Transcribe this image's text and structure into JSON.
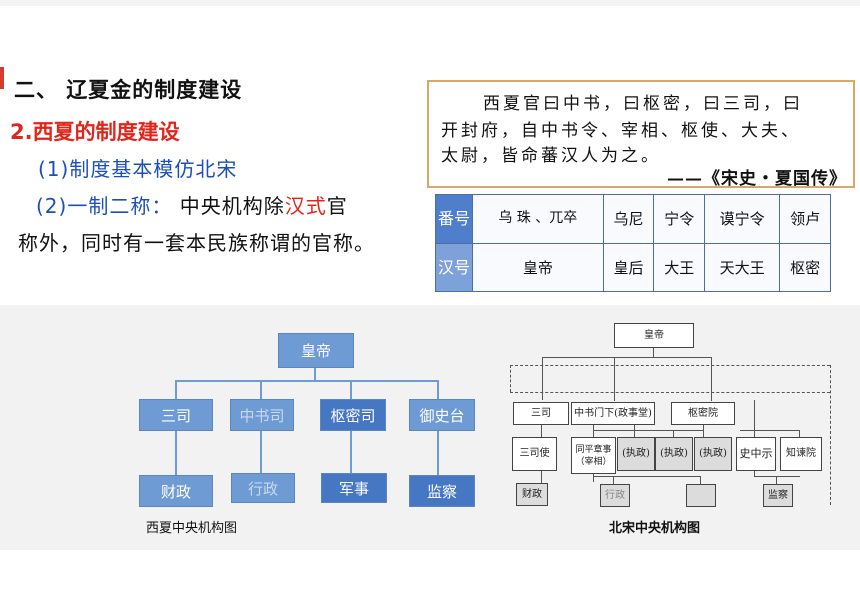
{
  "heading": {
    "section": "二、 辽夏金的制度建设",
    "subsection": "2.西夏的制度建设"
  },
  "points": {
    "p1": "(1)制度基本模仿北宋",
    "p2_label": "(2)一制二称：",
    "p2_text_a": " 中央机构除",
    "p2_highlight": "汉式",
    "p2_text_b": "官",
    "p2_line2": "称外，同时有一套本民族称谓的官称。"
  },
  "quote": {
    "line1": "西夏官曰中书，曰枢密，曰三司，曰",
    "line2": "开封府，自中书令、宰相、枢使、大夫、",
    "line3": "太尉，皆命蕃汉人为之。",
    "source": "——《宋史・夏国传》"
  },
  "title_table": {
    "row1_header": "番号",
    "row1": [
      "乌 珠 、兀卒",
      "乌尼",
      "宁令",
      "谟宁令",
      "领卢"
    ],
    "row2_header": "汉号",
    "row2": [
      "皇帝",
      "皇后",
      "大王",
      "天大王",
      "枢密"
    ]
  },
  "xixia_chart": {
    "root": "皇帝",
    "level2": [
      "三司",
      "中书司",
      "枢密司",
      "御史台"
    ],
    "level3": [
      "财政",
      "行政",
      "军事",
      "监察"
    ],
    "caption": "西夏中央机构图",
    "color": "#6f9bd4"
  },
  "song_chart": {
    "root": "皇帝",
    "level2": [
      "三司",
      "中书门下(政事堂)",
      "枢密院"
    ],
    "level3": [
      "三司使",
      "同平章事（宰相）",
      "(执政)",
      "(执政)",
      "(执政)",
      "史中示",
      "知谏院"
    ],
    "level4": [
      "财政",
      "行政",
      "监察"
    ],
    "caption": "北宋中央机构图"
  }
}
